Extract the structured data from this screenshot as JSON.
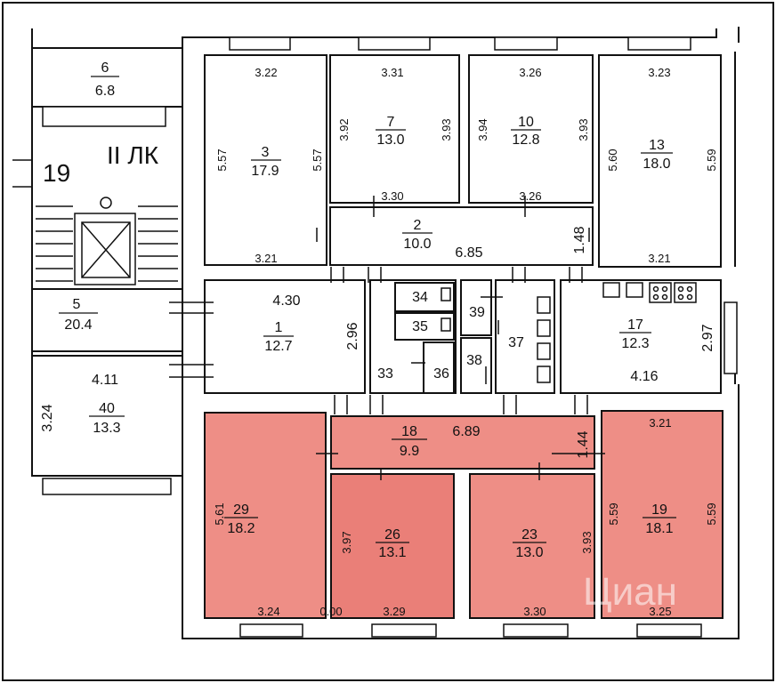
{
  "rooms": {
    "r6": {
      "num": "6",
      "area": "6.8"
    },
    "r3": {
      "num": "3",
      "area": "17.9"
    },
    "r7": {
      "num": "7",
      "area": "13.0"
    },
    "r10": {
      "num": "10",
      "area": "12.8"
    },
    "r13": {
      "num": "13",
      "area": "18.0"
    },
    "r2": {
      "num": "2",
      "area": "10.0"
    },
    "r5": {
      "num": "5",
      "area": "20.4"
    },
    "r1": {
      "num": "1",
      "area": "12.7"
    },
    "r17": {
      "num": "17",
      "area": "12.3"
    },
    "r40": {
      "num": "40",
      "area": "13.3"
    },
    "r18": {
      "num": "18",
      "area": "9.9"
    },
    "r29": {
      "num": "29",
      "area": "18.2"
    },
    "r26": {
      "num": "26",
      "area": "13.1"
    },
    "r23": {
      "num": "23",
      "area": "13.0"
    },
    "r19": {
      "num": "19",
      "area": "18.1"
    },
    "r33": {
      "num": "33"
    },
    "r34": {
      "num": "34"
    },
    "r35": {
      "num": "35"
    },
    "r36": {
      "num": "36"
    },
    "r37": {
      "num": "37"
    },
    "r38": {
      "num": "38"
    },
    "r39": {
      "num": "39"
    }
  },
  "dims": {
    "d3_top": "3.22",
    "d3_left": "5.57",
    "d3_right": "5.57",
    "d3_bottom": "3.21",
    "d7_top": "3.31",
    "d7_left": "3.92",
    "d7_right": "3.93",
    "d7_bottom": "3.30",
    "d10_top": "3.26",
    "d10_left": "3.94",
    "d10_right": "3.93",
    "d10_bottom": "3.26",
    "d13_top": "3.23",
    "d13_left": "5.60",
    "d13_right": "5.59",
    "d13_bottom": "3.21",
    "d2_len": "6.85",
    "d2_w": "1.48",
    "d1_top": "4.30",
    "d1_right": "2.96",
    "d17_bottom": "4.16",
    "d17_right": "2.97",
    "d40_top": "4.11",
    "d40_left": "3.24",
    "d18_len": "6.89",
    "d18_w": "1.44",
    "d29_left": "5.61",
    "d29_bottom": "3.24",
    "d29_corner": "0.00",
    "d26_left": "3.97",
    "d26_bottom": "3.29",
    "d23_right": "3.93",
    "d23_bottom": "3.30",
    "d19_top": "3.21",
    "d19_left": "5.59",
    "d19_right": "5.59",
    "d19_bottom": "3.25"
  },
  "annotations": {
    "stair_left": "19",
    "stair_mark": "II ЛК"
  },
  "watermark": "Циан",
  "colors": {
    "highlight": "#ee8e86",
    "highlight_dark": "#ea7f78",
    "wall": "#111111"
  }
}
